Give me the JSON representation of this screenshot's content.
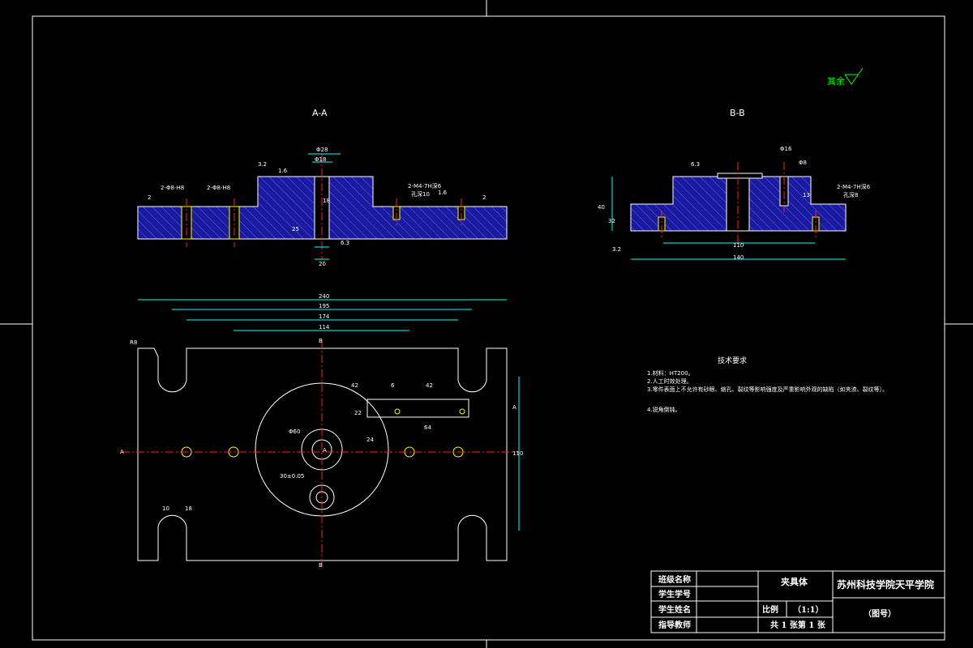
{
  "drawing": {
    "colors": {
      "background": "#000000",
      "outline": "#ffffff",
      "dimension": "#00ffff",
      "centerline": "#ff2020",
      "hatch_fill": "#1a1aa0",
      "thread": "#ffff00",
      "roughness_note": "#00ff00"
    },
    "roughness_note": "其余",
    "section_a_label": "A-A",
    "section_b_label": "B-B",
    "section_a": {
      "dims": {
        "phi28": "Φ28",
        "phi18": "Φ18",
        "r32": "3.2",
        "r16a": "1.6",
        "r16b": "1.6",
        "r63": "6.3",
        "hole1": "2-Φ8-H8",
        "hole2": "2-Φ8-H8",
        "thread": "2-M4-7H深6",
        "thread2": "孔深10",
        "d2a": "2",
        "d2b": "2",
        "d18": "18",
        "d25": "25",
        "d20": "20"
      }
    },
    "section_b": {
      "dims": {
        "phi16": "Φ16",
        "phi8": "Φ8",
        "r63": "6.3",
        "thread": "2-M4-7H深6",
        "thread2": "孔深8",
        "d110": "110",
        "d140": "140",
        "d40": "40",
        "d32": "32",
        "d13": "13",
        "r32": "3.2"
      }
    },
    "plan": {
      "dims": {
        "d240": "240",
        "d195": "195",
        "d174": "174",
        "d114": "114",
        "d42a": "42",
        "d42b": "42",
        "d6": "6",
        "d64": "64",
        "d22": "22",
        "d24": "24",
        "d110": "110",
        "phi60": "Φ60",
        "d30": "30±0.05",
        "r8": "R8",
        "d10": "10",
        "d18": "18"
      },
      "markers": {
        "a_left": "A",
        "a_right": "A",
        "b_top": "B",
        "b_bottom": "B",
        "a_center": "A"
      }
    },
    "technical_requirements": {
      "title": "技术要求",
      "items": [
        "1.材料：HT200。",
        "2.人工时效处理。",
        "3.零件表面上不允许有砂眼、缩孔、裂纹等影响强度及严重影响外观的缺陷（如夹渣、裂纹等）。",
        "4.锐角倒钝。"
      ]
    },
    "title_block": {
      "labels": [
        "班级名称",
        "学生学号",
        "学生姓名",
        "指导教师"
      ],
      "part_name": "夹具体",
      "school": "苏州科技学院天平学院",
      "scale_label": "比例",
      "scale_value": "（1:1）",
      "sheets": "共 1 张第 1 张",
      "drawing_no": "（图号）"
    }
  }
}
